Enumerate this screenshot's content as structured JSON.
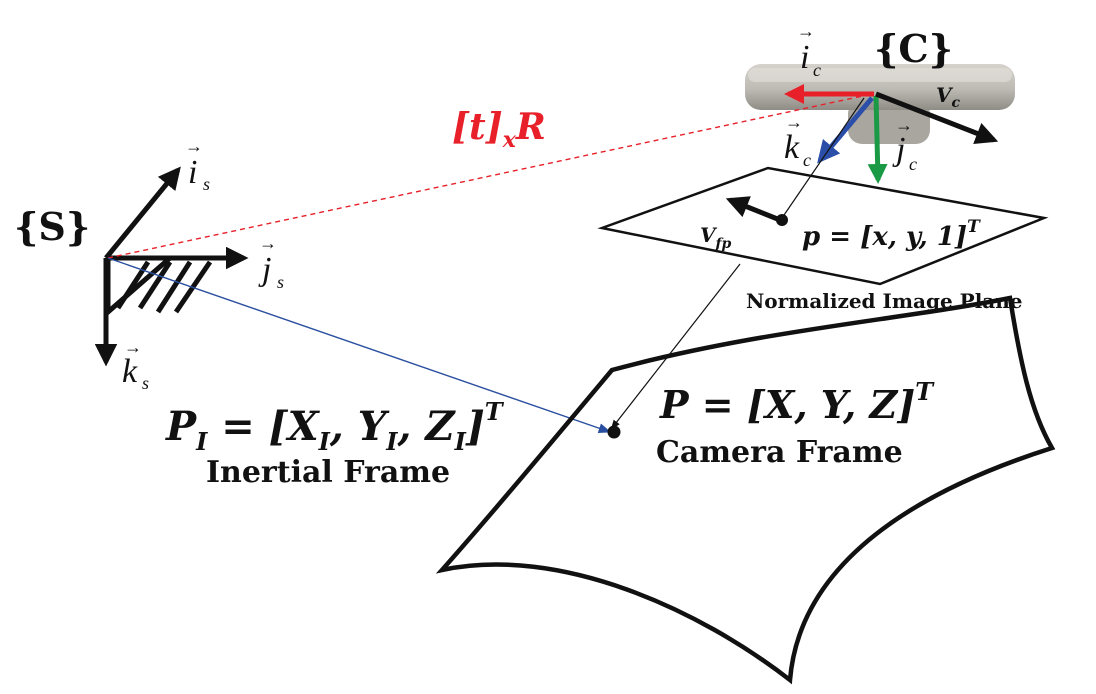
{
  "frames": {
    "inertial_symbol": "{S}",
    "camera_symbol": "{C}"
  },
  "axes": {
    "i_s": "i",
    "i_s_sub": "s",
    "j_s": "j",
    "j_s_sub": "s",
    "k_s": "k",
    "k_s_sub": "s",
    "i_c": "i",
    "i_c_sub": "c",
    "j_c": "j",
    "j_c_sub": "c",
    "k_c": "k",
    "k_c_sub": "c",
    "vector_mark": "→"
  },
  "labels": {
    "transform": "[t]",
    "transform_sub": "x",
    "transform_r": "R",
    "vc": "V",
    "vc_sub": "c",
    "vfp": "V",
    "vfp_sub": "fp",
    "p_point": "p = [x, y, 1]",
    "p_point_sup": "T",
    "normalized_plane": "Normalized Image Plane",
    "P_I_main": "P",
    "P_I_sub": "I",
    "P_I_eq": " = [X",
    "P_I_x_sub": "I",
    "P_I_y": ", Y",
    "P_I_y_sub": "I",
    "P_I_z": ", Z",
    "P_I_z_sub": "I",
    "P_I_close": "]",
    "P_I_sup": "T",
    "inertial_frame": "Inertial Frame",
    "P_cam": "P = [X, Y, Z]",
    "P_cam_sup": "T",
    "camera_frame": "Camera Frame"
  },
  "colors": {
    "black": "#111111",
    "red": "#e8202a",
    "green": "#1a9a45",
    "blue": "#2b4fa8",
    "dashed_red": "#e8202a",
    "blue_line": "#2a4fa0",
    "camera_body": "#bdbab4"
  }
}
